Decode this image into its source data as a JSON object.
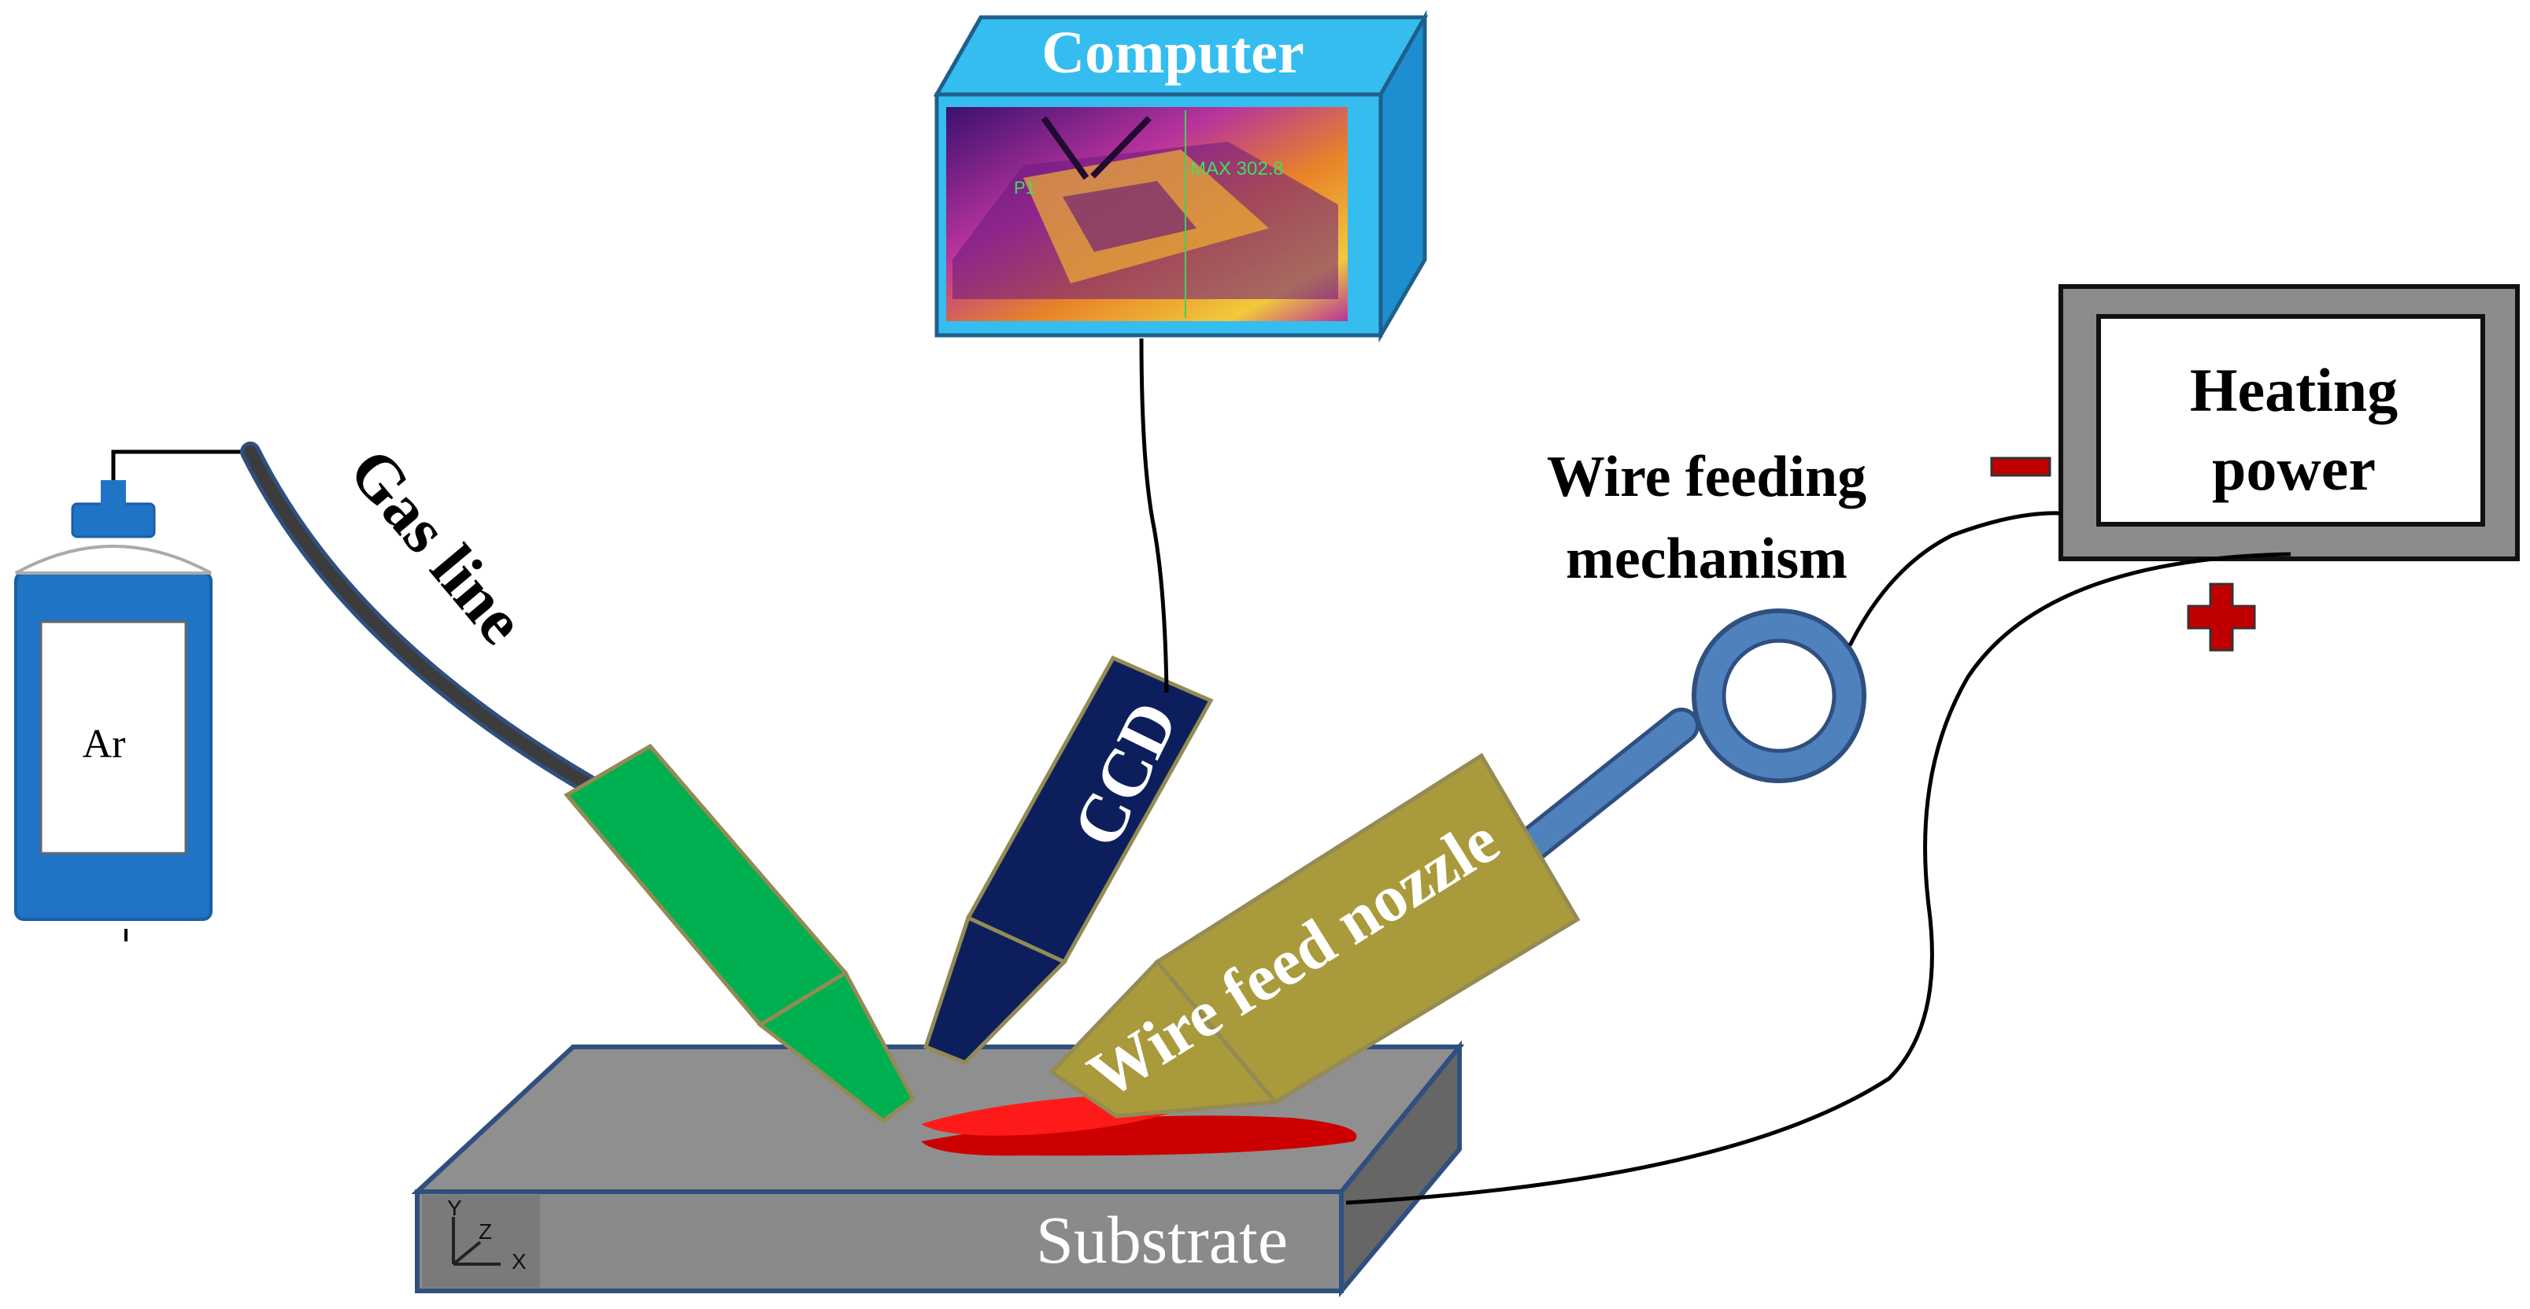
{
  "labels": {
    "computer": "Computer",
    "gas_line": "Gas line",
    "ccd": "CCD",
    "wire_feed_nozzle": "Wire feed nozzle",
    "wire_feeding_line1": "Wire feeding",
    "wire_feeding_line2": "mechanism",
    "heating_line1": "Heating",
    "heating_line2": "power",
    "substrate": "Substrate",
    "argon": "Ar",
    "minus": "−",
    "plus": "+"
  },
  "screen": {
    "readout_left": "P1",
    "readout_right": "MAX 302.8"
  },
  "axes": {
    "y": "Y",
    "z": "Z",
    "x": "X"
  },
  "colors": {
    "computer_blue": "#35bdf0",
    "gas_nozzle_green": "#00b050",
    "ccd_navy": "#0c1f5c",
    "wire_nozzle_olive": "#a99a3c",
    "wire_arm_blue": "#4f81bd",
    "cylinder_blue": "#1f74c6",
    "substrate_gray": "#9a9a9a",
    "melt_red": "#ff0000",
    "terminal_red": "#c00000"
  },
  "icons": {
    "cylinder": "gas-cylinder-icon",
    "axes": "coordinate-axes-icon"
  }
}
